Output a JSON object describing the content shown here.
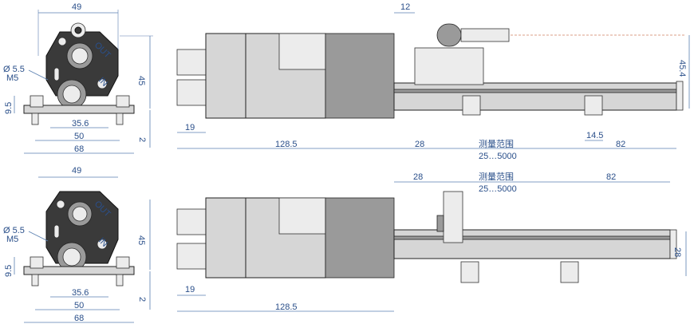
{
  "units": {
    "measuring_range_label": "测量范围",
    "measuring_range_value": "25…5000"
  },
  "top_view": {
    "front": {
      "width_overall": "49",
      "height": "45",
      "bore_diameter": "Ø 5.5",
      "thread": "M5",
      "foot_height": "9.5",
      "hole_spacing_inner": "35.6",
      "hole_spacing_outer": "50",
      "base_width": "68",
      "base_thickness": "2",
      "connector_out": "OUT",
      "connector_in": "IN"
    },
    "side": {
      "offset_top": "12",
      "height_total": "45.4",
      "end_length": "19",
      "housing_length": "128.5",
      "head_length": "28",
      "mount_width": "14.5",
      "tail_length": "82"
    }
  },
  "bottom_view": {
    "front": {
      "width_overall": "49",
      "height": "45",
      "bore_diameter": "Ø 5.5",
      "thread": "M5",
      "foot_height": "9.5",
      "hole_spacing_inner": "35.6",
      "hole_spacing_outer": "50",
      "base_width": "68",
      "base_thickness": "2",
      "connector_out": "OUT",
      "connector_in": "IN"
    },
    "side": {
      "head_length": "28",
      "tail_length": "82",
      "rail_height": "28",
      "end_length": "19",
      "housing_length": "128.5"
    }
  }
}
